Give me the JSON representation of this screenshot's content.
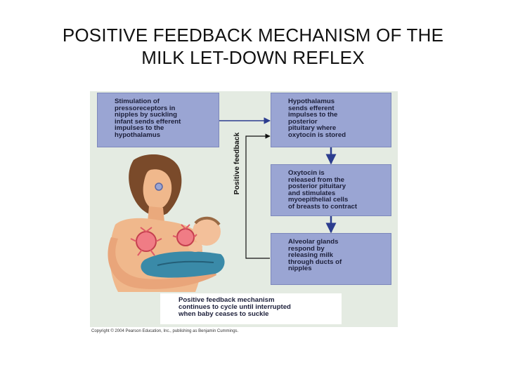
{
  "slide": {
    "title_lines": [
      "POSITIVE FEEDBACK MECHANISM OF THE",
      "MILK LET-DOWN REFLEX"
    ]
  },
  "diagram": {
    "boxes": [
      {
        "lines": [
          "Stimulation of",
          "pressoreceptors in",
          "nipples by suckling",
          "infant sends efferent",
          "impulses to the",
          "hypothalamus"
        ]
      },
      {
        "lines": [
          "Hypothalamus",
          "sends efferent",
          "impulses to the",
          "posterior",
          "pituitary where",
          "oxytocin is stored"
        ]
      },
      {
        "lines": [
          "Oxytocin is",
          "released from the",
          "posterior pituitary",
          "and stimulates",
          "myoepithelial cells",
          "of breasts to contract"
        ]
      },
      {
        "lines": [
          "Alveolar glands",
          "respond by",
          "releasing milk",
          "through ducts of",
          "nipples"
        ]
      }
    ],
    "loop_label": "Positive feedback",
    "summary_lines": [
      "Positive feedback mechanism",
      "continues to cycle until interrupted",
      "when baby ceases to suckle"
    ],
    "copyright": "Copyright © 2004 Pearson Education, Inc., publishing as Benjamin Cummings.",
    "colors": {
      "box_fill": "#9aa5d3",
      "panel_bg": "#e4ebe2",
      "arrow_blue": "#2c3d8f",
      "breast_tissue": "#e05a67",
      "skin": "#f0b88c",
      "blanket": "#3a8aa8"
    }
  }
}
